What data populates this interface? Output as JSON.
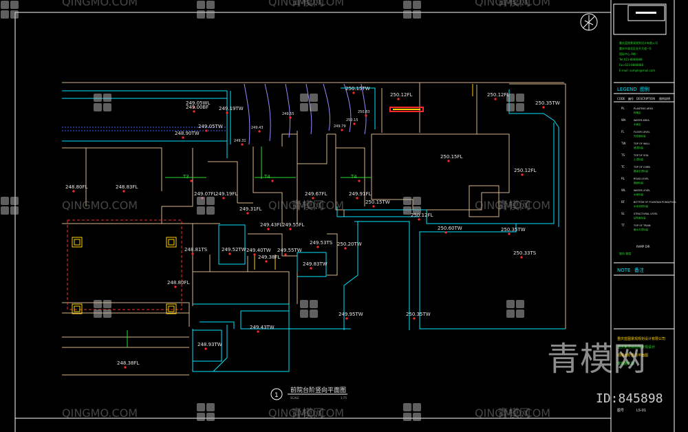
{
  "drawing": {
    "title": "前院台阶竖向平面图",
    "number": "1",
    "scale_left": "SCALE",
    "scale_right": "1:75"
  },
  "plan_labels": [
    "249.05WL",
    "249.00BF",
    "249.19TW",
    "249.55",
    "250.15TW",
    "250.12FL",
    "250.12FL",
    "250.35TW",
    "250.83",
    "250.15",
    "249.05TW",
    "249.43",
    "249.79",
    "248.90TW",
    "249.31",
    "T3",
    "T4",
    "T4",
    "250.15FL",
    "250.12FL",
    "248.80FL",
    "248.83FL",
    "249.07FL",
    "249.19FL",
    "249.67FL",
    "249.91FL",
    "250.15TW",
    "249.31FL",
    "250.12FL",
    "249.43FL",
    "249.55FL",
    "250.60TW",
    "250.35TW",
    "249.53TS",
    "250.20TW",
    "248.81TS",
    "249.52TW",
    "249.40TW",
    "249.55TW",
    "250.33TS",
    "249.38FL",
    "249.83TW",
    "248.80FL",
    "249.95TW",
    "250.35TW",
    "249.43TW",
    "248.93TW",
    "248.38FL"
  ],
  "legend": {
    "company_lines": [
      "重庆蓝图景观规划设计有限公司",
      "重庆市渝北区金开大道--号",
      "国际中心 A栋--",
      "Tel:023-8888888",
      "Fax:023-8888888",
      "E-mail: sample@mail.com"
    ],
    "heading": "LEGEND",
    "heading_cn": "图例",
    "col_code": "CODE",
    "col_code_cn": "编号",
    "col_desc": "DESCRIPTION",
    "col_desc_cn": "图例说明",
    "items": [
      {
        "code": "PL",
        "desc": "PLANTING AREA",
        "cn": "种植区"
      },
      {
        "code": "WA",
        "desc": "WATER AREA",
        "cn": "水景区"
      },
      {
        "code": "FL",
        "desc": "FLOOR LEVEL",
        "cn": "完成面标高"
      },
      {
        "code": "TW",
        "desc": "TOP OF WALL",
        "cn": "墙顶标高"
      },
      {
        "code": "TS",
        "desc": "TOP OF SOIL",
        "cn": "土顶标高"
      },
      {
        "code": "TC",
        "desc": "TOP OF CURB",
        "cn": "路缘石顶标高"
      },
      {
        "code": "RL",
        "desc": "ROAD LEVEL",
        "cn": "路面标高"
      },
      {
        "code": "WL",
        "desc": "WATER LEVEL",
        "cn": "水面标高"
      },
      {
        "code": "BF",
        "desc": "BOTTOM OF FOUNTAIN POND/POOL",
        "cn": "水池池底标高"
      },
      {
        "code": "SL",
        "desc": "STRUCTURAL LEVEL",
        "cn": "结构面标高"
      },
      {
        "code": "TT",
        "desc": "TOP OF TRAIN",
        "cn": "截水沟顶标高"
      }
    ],
    "ramp_label": "RAMP DIR",
    "slope_label": "坡向 坡度"
  },
  "note": {
    "heading": "NOTE",
    "heading_cn": "备注"
  },
  "title_block": {
    "lines": [
      "重庆蓝图景观规划设计有限公司",
      "重庆某项目前院景观设计",
      "前院台阶竖向平面图",
      "景观施工图"
    ],
    "sheet_label": "图号",
    "sheet_no": "LS-01"
  },
  "watermarks": {
    "brand": "QINGMO.COM",
    "brand_cn": "青模网",
    "big": "青模网",
    "id": "ID:845898"
  },
  "colors": {
    "background": "#000000",
    "frame": "#ffffff",
    "cyan": "#00e5ff",
    "wall_tan": "#d8b98a",
    "red": "#ff2b2b",
    "green": "#2bdc2b",
    "blue": "#4060ff",
    "yellow": "#ffd400",
    "purple": "#9a8cff"
  }
}
